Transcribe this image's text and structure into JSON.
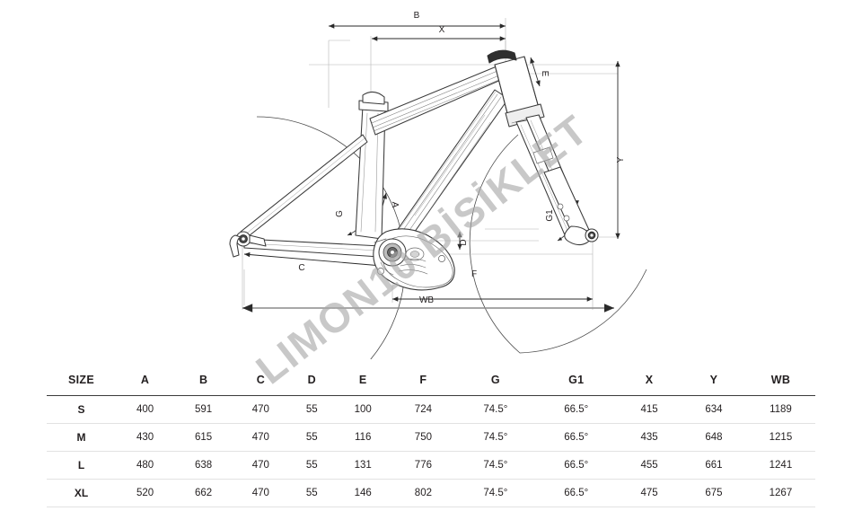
{
  "watermark": {
    "text": "LIMON10 BİSİKLET"
  },
  "figure": {
    "title": "bicycle-frame-geometry-drawing",
    "dimension_labels": {
      "a": "A",
      "b": "B",
      "c": "C",
      "d": "D",
      "e": "E",
      "f": "F",
      "g": "G",
      "g1": "G1",
      "x": "X",
      "y": "Y",
      "wb": "WB"
    }
  },
  "spec_table": {
    "columns": [
      "SIZE",
      "A",
      "B",
      "C",
      "D",
      "E",
      "F",
      "G",
      "G1",
      "X",
      "Y",
      "WB"
    ],
    "rows": [
      {
        "size": "S",
        "a": "400",
        "b": "591",
        "c": "470",
        "d": "55",
        "e": "100",
        "f": "724",
        "g": "74.5°",
        "g1": "66.5°",
        "x": "415",
        "y": "634",
        "wb": "1189"
      },
      {
        "size": "M",
        "a": "430",
        "b": "615",
        "c": "470",
        "d": "55",
        "e": "116",
        "f": "750",
        "g": "74.5°",
        "g1": "66.5°",
        "x": "435",
        "y": "648",
        "wb": "1215"
      },
      {
        "size": "L",
        "a": "480",
        "b": "638",
        "c": "470",
        "d": "55",
        "e": "131",
        "f": "776",
        "g": "74.5°",
        "g1": "66.5°",
        "x": "455",
        "y": "661",
        "wb": "1241"
      },
      {
        "size": "XL",
        "a": "520",
        "b": "662",
        "c": "470",
        "d": "55",
        "e": "146",
        "f": "802",
        "g": "74.5°",
        "g1": "66.5°",
        "x": "475",
        "y": "675",
        "wb": "1267"
      }
    ]
  },
  "colors": {
    "line": "#3a3a3a",
    "thin_line": "#9a9a9a",
    "text": "#231f20",
    "watermark": "#a8a8a8",
    "row_separator": "#e2e2e2"
  }
}
